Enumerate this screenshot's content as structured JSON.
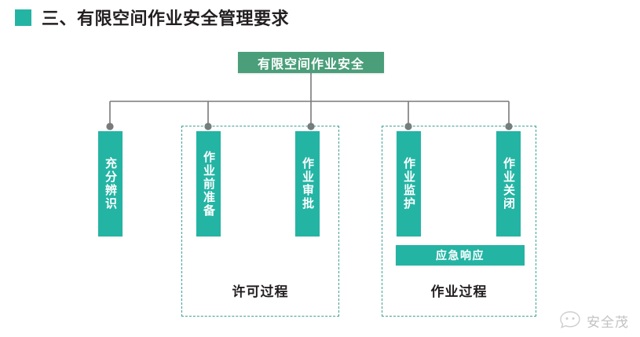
{
  "title": {
    "bullet_color": "#24b4a4",
    "text": "三、有限空间作业安全管理要求"
  },
  "diagram": {
    "root": {
      "label": "有限空间作业安全",
      "color": "#4a9e79"
    },
    "pillar_color": "#24b4a4",
    "connector_color": "#7a7a7a",
    "dash_color": "#3da195",
    "pillars": [
      {
        "label": "充分辨识"
      },
      {
        "label": "作业前准备"
      },
      {
        "label": "作业审批"
      },
      {
        "label": "作业监护"
      },
      {
        "label": "作业关闭"
      }
    ],
    "groups": [
      {
        "label": "许可过程"
      },
      {
        "label": "作业过程"
      }
    ],
    "emergency": {
      "label": "应急响应"
    }
  },
  "watermark": {
    "text": "安全茂",
    "icon": "chat-bubble-face-icon"
  }
}
